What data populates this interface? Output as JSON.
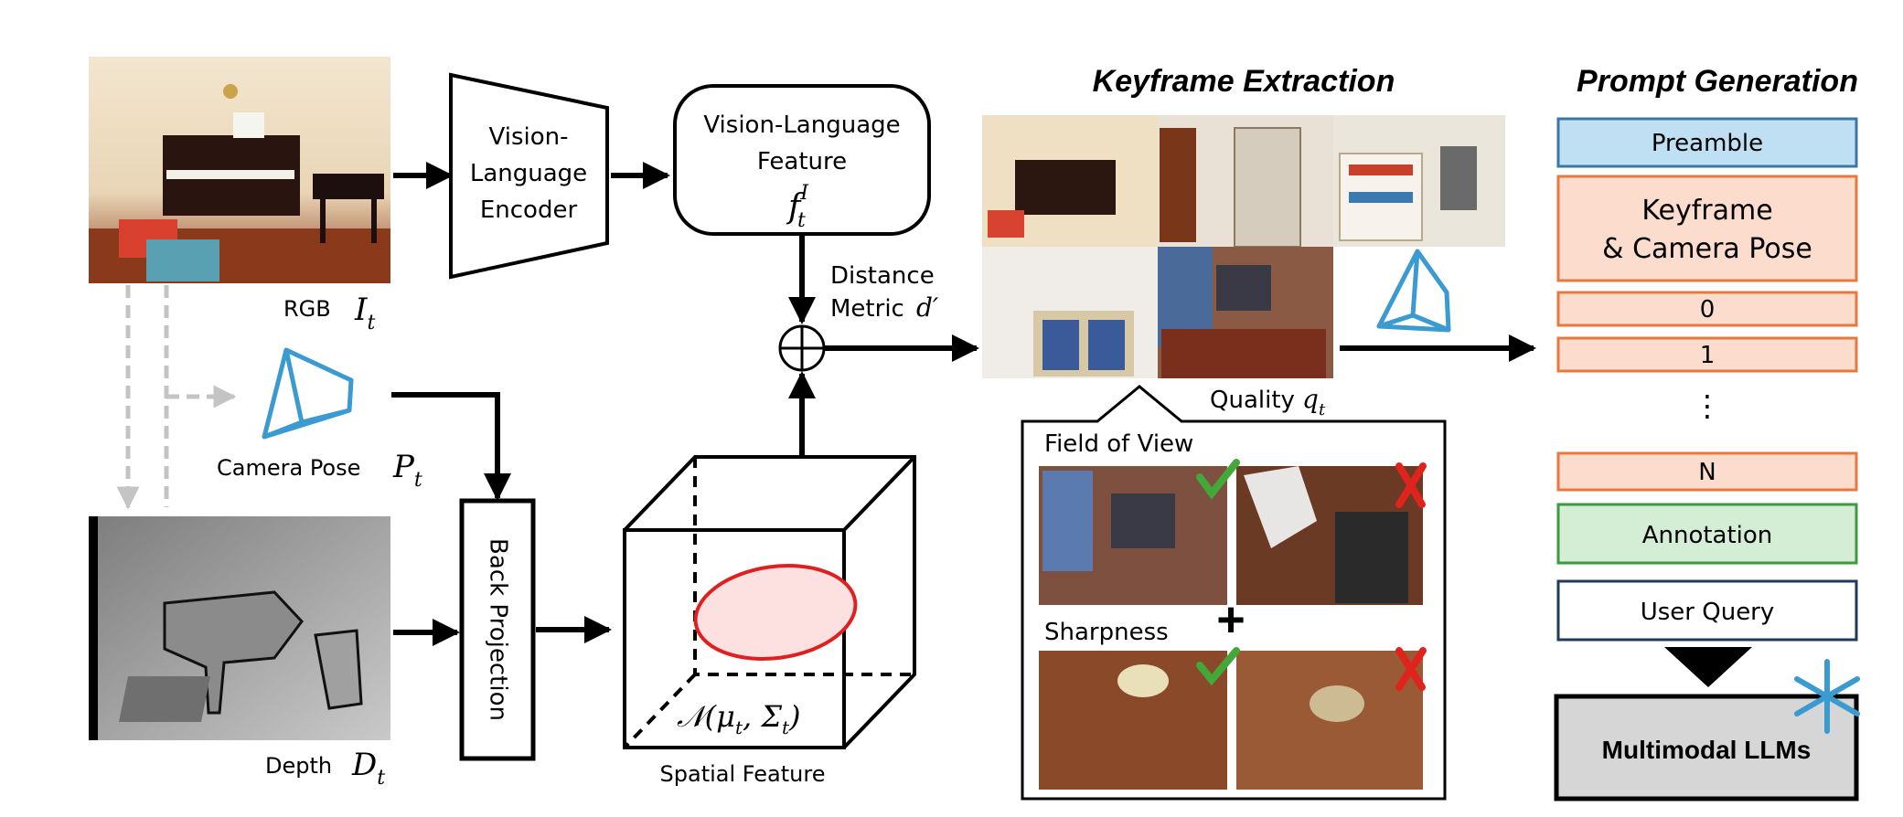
{
  "inputs": {
    "rgb_label": "RGB",
    "rgb_symbol": "I",
    "rgb_sub": "t",
    "pose_label": "Camera Pose",
    "pose_symbol": "P",
    "pose_sub": "t",
    "depth_label": "Depth",
    "depth_symbol": "D",
    "depth_sub": "t"
  },
  "encoder": {
    "line1": "Vision-",
    "line2": "Language",
    "line3": "Encoder"
  },
  "feature": {
    "line1": "Vision-Language",
    "line2": "Feature",
    "symbol": "f",
    "sup": "I",
    "sub": "t"
  },
  "distance": {
    "line1": "Distance",
    "line2": "Metric",
    "symbol": "d′"
  },
  "back_projection": "Back Projection",
  "spatial": {
    "label": "Spatial Feature",
    "formula_prefix": "𝒩(μ",
    "formula_sub1": "t",
    "formula_mid": ", Σ",
    "formula_sub2": "t",
    "formula_suffix": ")"
  },
  "keyframe": {
    "title": "Keyframe Extraction",
    "quality_label": "Quality",
    "quality_symbol": "q",
    "quality_sub": "t",
    "fov_label": "Field of View",
    "sharpness_label": "Sharpness",
    "plus": "+"
  },
  "prompt": {
    "title": "Prompt Generation",
    "items": [
      "Preamble",
      "Keyframe",
      "& Camera Pose",
      "0",
      "1",
      "⋮",
      "N",
      "Annotation",
      "User Query"
    ],
    "llm": "Multimodal LLMs"
  },
  "colors": {
    "preamble_fill": "#bfe0f2",
    "preamble_stroke": "#3a76a8",
    "keyframe_fill": "#fbdccd",
    "keyframe_stroke": "#e9783f",
    "annotation_fill": "#d3eed4",
    "annotation_stroke": "#3d9a3f",
    "query_stroke": "#1f3a5a",
    "llm_fill": "#d6d6d6",
    "camera_blue": "#3b9ad0",
    "check_green": "#42a83a",
    "cross_red": "#e1231d",
    "ellipse_fill": "#fde1e1",
    "ellipse_stroke": "#e02020"
  }
}
